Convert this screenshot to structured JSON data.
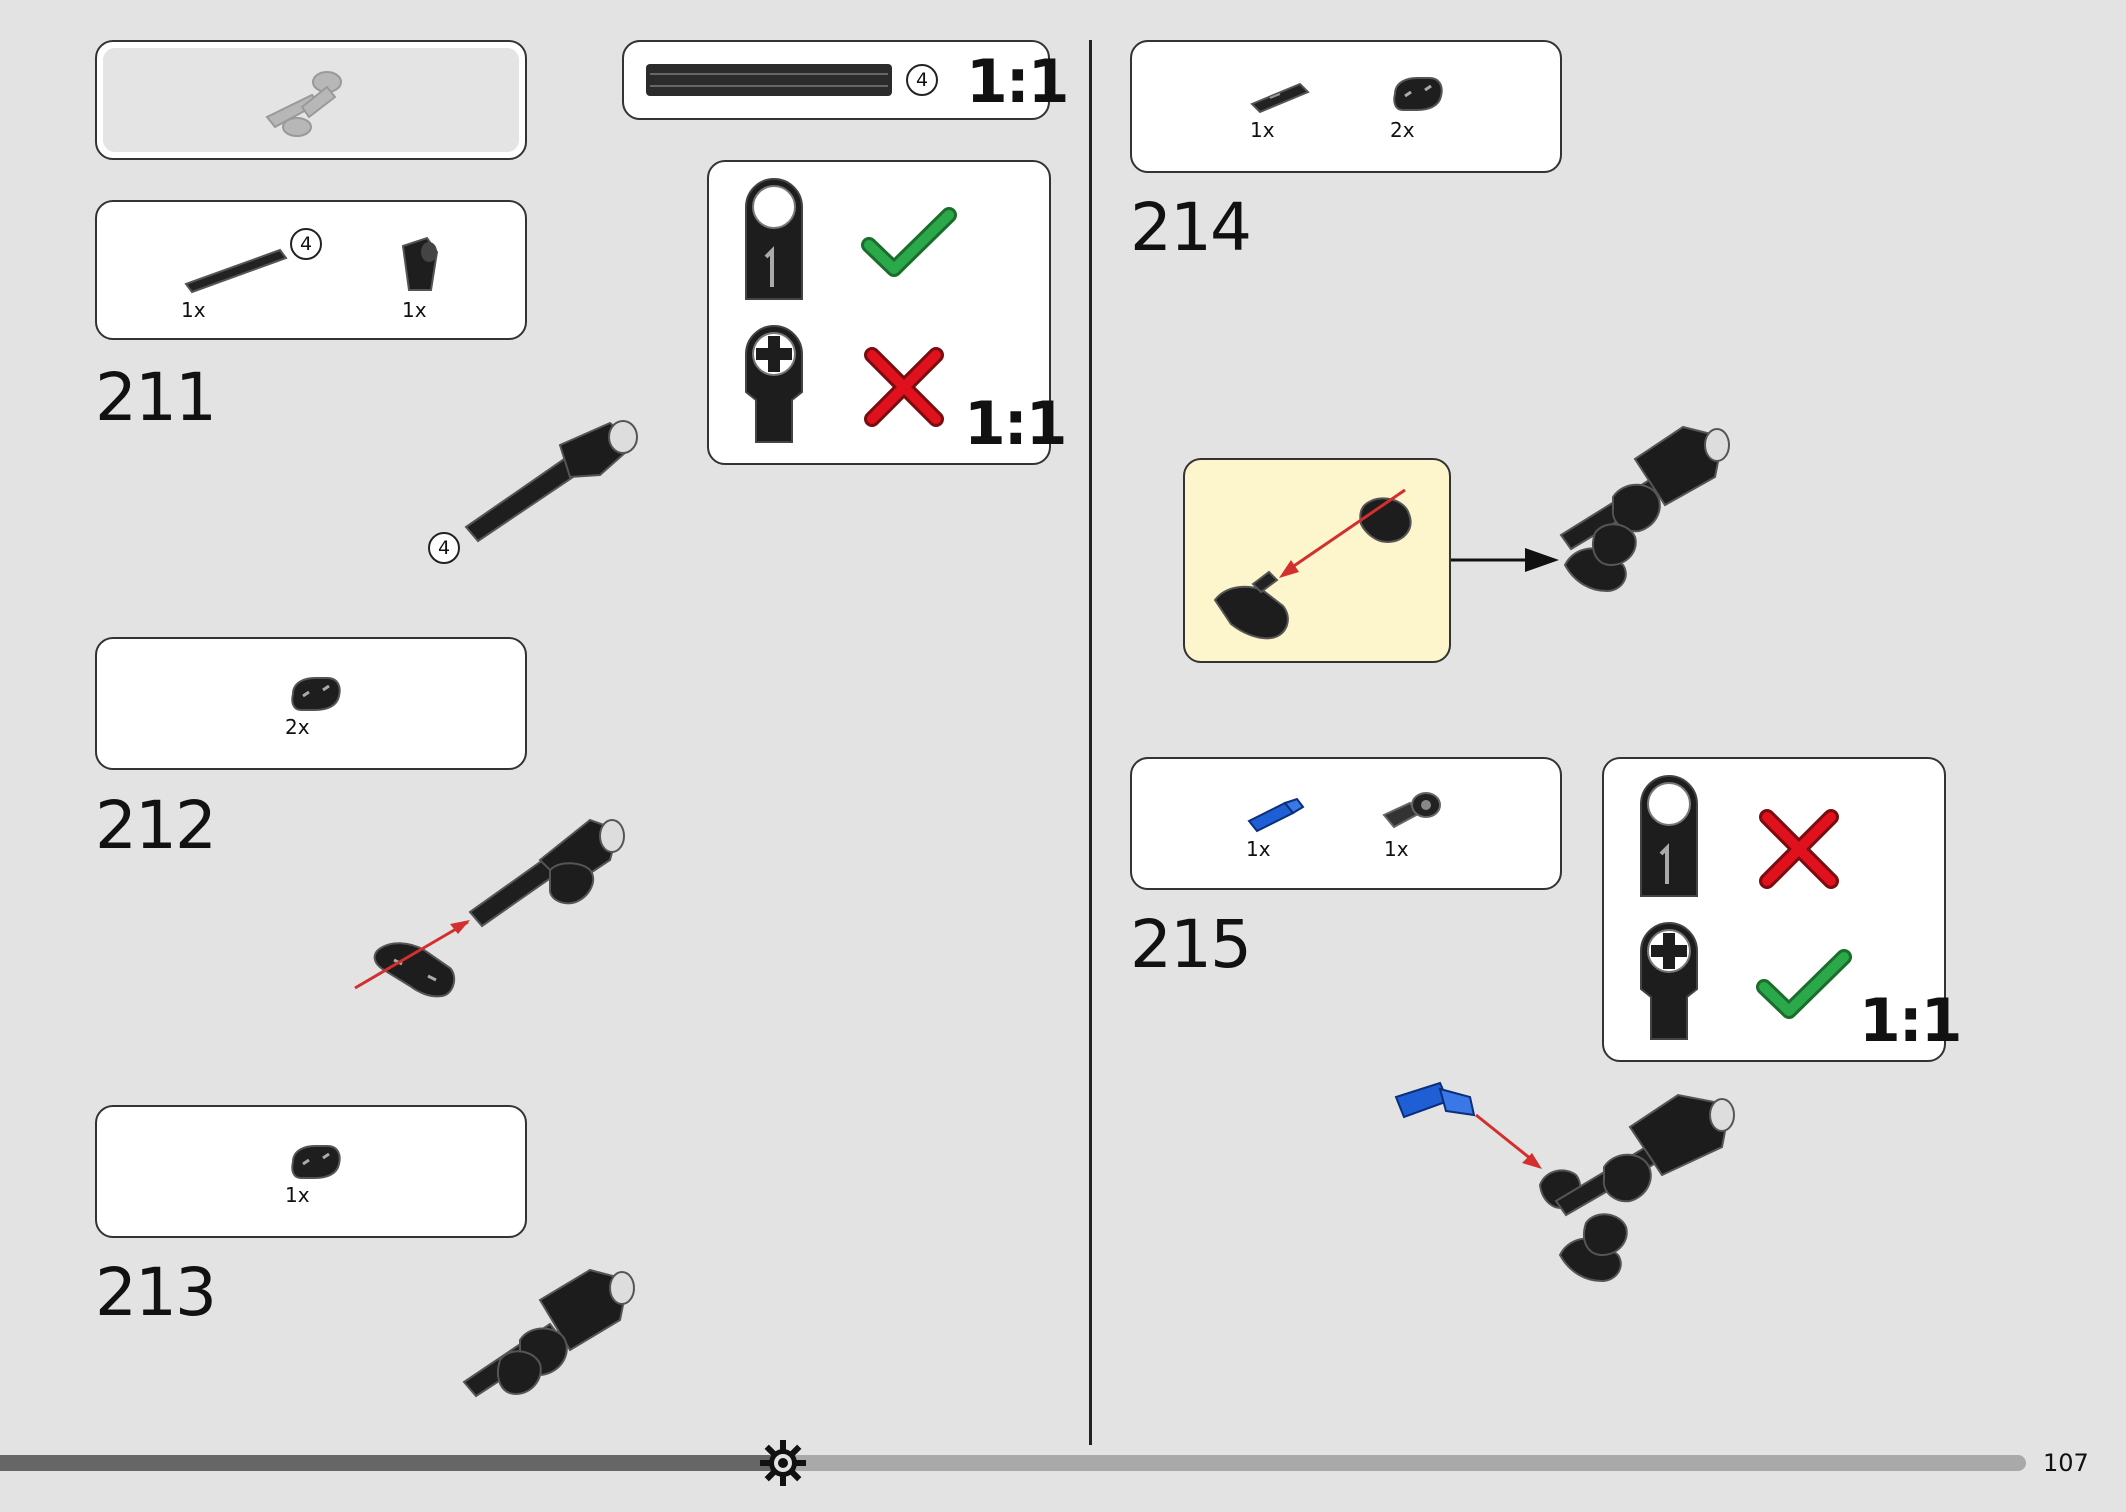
{
  "page": {
    "number": "107"
  },
  "steps": [
    {
      "id": "211",
      "parts": [
        {
          "qty": "1x",
          "icon": "axle-4-icon",
          "length": "4"
        },
        {
          "qty": "1x",
          "icon": "axle-connector-icon"
        }
      ],
      "callout_length": "4"
    },
    {
      "id": "212",
      "parts": [
        {
          "qty": "2x",
          "icon": "liftarm-2-icon"
        }
      ]
    },
    {
      "id": "213",
      "parts": [
        {
          "qty": "1x",
          "icon": "liftarm-2-icon"
        }
      ]
    },
    {
      "id": "214",
      "parts": [
        {
          "qty": "1x",
          "icon": "short-axle-icon"
        },
        {
          "qty": "2x",
          "icon": "liftarm-2-icon"
        }
      ]
    },
    {
      "id": "215",
      "parts": [
        {
          "qty": "1x",
          "icon": "blue-axle-pin-icon"
        },
        {
          "qty": "1x",
          "icon": "axle-connector-icon"
        }
      ]
    }
  ],
  "axle_scale": {
    "length": "4",
    "scale": "1:1"
  },
  "orientation_check_1": {
    "scale": "1:1",
    "correct": "round-hole",
    "wrong": "cross-hole"
  },
  "orientation_check_2": {
    "scale": "1:1",
    "correct": "cross-hole",
    "wrong": "round-hole"
  },
  "colors": {
    "check": "#2aa84a",
    "cross": "#e0101c",
    "arrow": "#d32f2f",
    "highlight": "#fdf6cc",
    "blue_part": "#1f5fd6"
  }
}
